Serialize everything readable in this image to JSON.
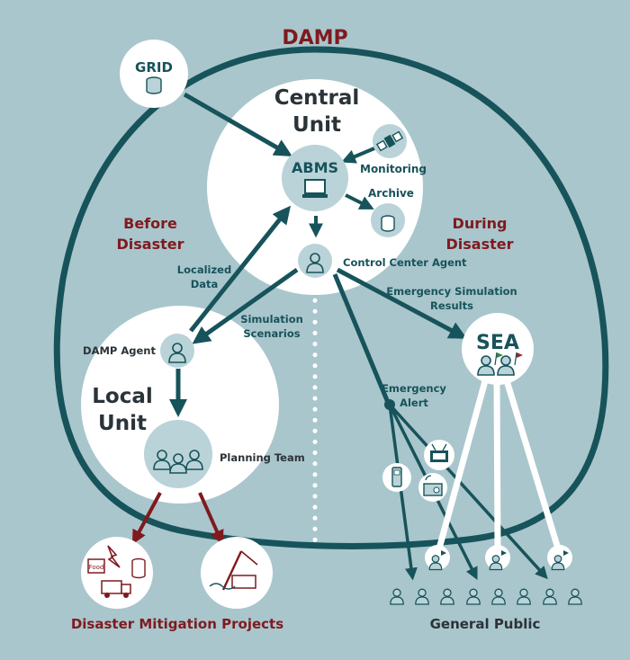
{
  "title": "DAMP",
  "phases": {
    "before": [
      "Before",
      "Disaster"
    ],
    "during": [
      "During",
      "Disaster"
    ]
  },
  "central": {
    "title": [
      "Central",
      "Unit"
    ],
    "abms": "ABMS",
    "monitoring": "Monitoring",
    "archive": "Archive",
    "control_agent": "Control Center Agent"
  },
  "grid": "GRID",
  "local": {
    "title": [
      "Local",
      "Unit"
    ],
    "damp_agent": "DAMP Agent",
    "planning_team": "Planning Team"
  },
  "flows": {
    "localized_data": [
      "Localized",
      "Data"
    ],
    "simulation_scenarios": [
      "Simulation",
      "Scenarios"
    ],
    "emergency_results": [
      "Emergency Simulation",
      "Results"
    ],
    "emergency_alert": [
      "Emergency",
      "Alert"
    ]
  },
  "sea": "SEA",
  "projects_label": "Disaster Mitigation Projects",
  "food_label": "Food",
  "public_label": "General Public",
  "colors": {
    "background": "#a9c6cc",
    "dark_teal": "#17535a",
    "icon_fill": "#b9d3d8",
    "dark_red": "#7f1a1f"
  },
  "icons": [
    "database-icon",
    "computer-icon",
    "satellite-icon",
    "person-icon",
    "group-icon",
    "flag-person-icon",
    "tv-icon",
    "phone-icon",
    "radio-icon",
    "fire-icon",
    "truck-icon",
    "barrel-icon",
    "crane-icon"
  ]
}
